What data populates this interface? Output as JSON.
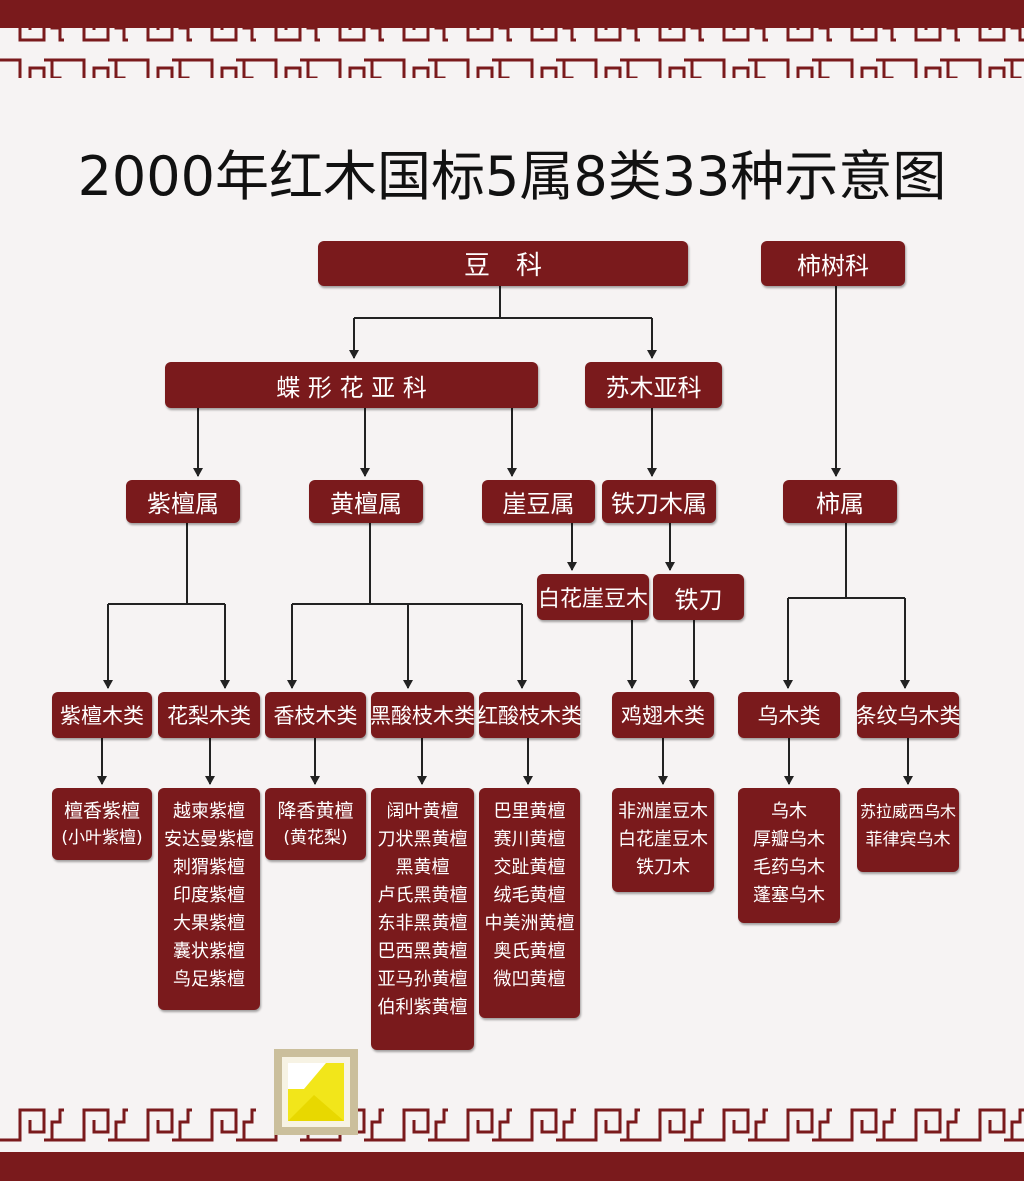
{
  "title": "2000年红木国标5属8类33种示意图",
  "colors": {
    "box": "#7a1a1c",
    "frame": "#7a1a1c",
    "background": "#f6f3f3",
    "logo_yellow": "#f2e61a"
  },
  "families": {
    "legume": "豆　科",
    "ebony_family": "柿树科"
  },
  "subfamilies": {
    "papilionoideae": "蝶 形 花 亚 科",
    "caesalpinioideae": "苏木亚科"
  },
  "genera": {
    "pterocarpus": "紫檀属",
    "dalbergia": "黄檀属",
    "millettia_genus": "崖豆属",
    "cassia_genus": "铁刀木属",
    "diospyros": "柿属"
  },
  "species_roots": {
    "white_flower": "白花崖豆木",
    "iron_knife": "铁刀"
  },
  "categories": {
    "zitan": "紫檀木类",
    "huali": "花梨木类",
    "xiangzhi": "香枝木类",
    "heisuanzhi": "黑酸枝木类",
    "hongsuanzhi": "红酸枝木类",
    "jichi": "鸡翅木类",
    "wumu": "乌木类",
    "tiaowen": "条纹乌木类"
  },
  "species": {
    "zitan": [
      "檀香紫檀",
      "(小叶紫檀)"
    ],
    "huali": [
      "越柬紫檀",
      "安达曼紫檀",
      "刺猬紫檀",
      "印度紫檀",
      "大果紫檀",
      "囊状紫檀",
      "鸟足紫檀"
    ],
    "xiangzhi": [
      "降香黄檀",
      "(黄花梨)"
    ],
    "heisuanzhi": [
      "阔叶黄檀",
      "刀状黑黄檀",
      "黑黄檀",
      "卢氏黑黄檀",
      "东非黑黄檀",
      "巴西黑黄檀",
      "亚马孙黄檀",
      "伯利紫黄檀"
    ],
    "hongsuanzhi": [
      "巴里黄檀",
      "赛川黄檀",
      "交趾黄檀",
      "绒毛黄檀",
      "中美洲黄檀",
      "奥氏黄檀",
      "微凹黄檀"
    ],
    "jichi": [
      "非洲崖豆木",
      "白花崖豆木",
      "铁刀木"
    ],
    "wumu": [
      "乌木",
      "厚瓣乌木",
      "毛药乌木",
      "蓬塞乌木"
    ],
    "tiaowen": [
      "苏拉威西乌木",
      "菲律宾乌木"
    ]
  }
}
